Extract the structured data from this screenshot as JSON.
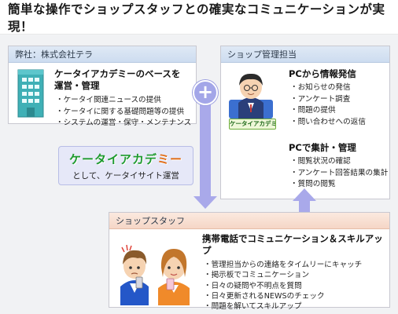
{
  "title": "簡単な操作でショップスタッフとの確実なコミュニケーションが実現！",
  "company": {
    "header": "弊社：株式会社テラ",
    "heading_line1": "ケータイアカデミーのベースを",
    "heading_line2": "運営・管理",
    "items": [
      "ケータイ関連ニュースの提供",
      "ケータイに関する基礎問題等の提供",
      "システムの運営・保守・メンテナンス"
    ]
  },
  "plus_symbol": "+",
  "logo_card": {
    "logo_main": "ケータイアカデ",
    "logo_accent": "ミー",
    "subtitle": "として、ケータイサイト運営"
  },
  "manager": {
    "header": "ショップ管理担当",
    "badge_text": "ケータイアカデミー",
    "section1_heading": "PCから情報発信",
    "section1_items": [
      "お知らせの発信",
      "アンケート調査",
      "問題の提供",
      "問い合わせへの返信"
    ],
    "section2_heading": "PCで集計・管理",
    "section2_items": [
      "閲覧状況の確認",
      "アンケート回答結果の集計",
      "質問の閲覧"
    ]
  },
  "staff": {
    "header": "ショップスタッフ",
    "heading": "携帯電話でコミュニケーション＆スキルアップ",
    "items": [
      "管理担当からの連絡をタイムリーにキャッチ",
      "掲示板でコミュニケーション",
      "日々の疑問や不明点を質問",
      "日々更新されるNEWSのチェック",
      "問題を解いてスキルアップ"
    ]
  },
  "colors": {
    "arrow": "#a9a9ea",
    "logo_green": "#1d9a2e",
    "logo_orange": "#e06a12"
  }
}
